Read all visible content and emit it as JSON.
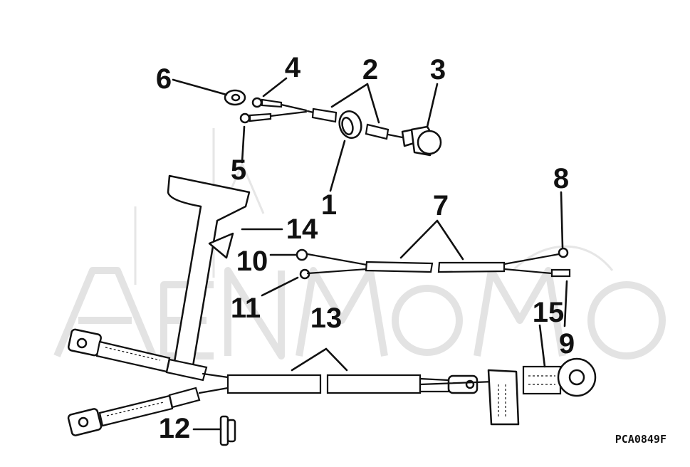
{
  "diagram": {
    "callouts": [
      {
        "id": "c1",
        "label": "1"
      },
      {
        "id": "c2",
        "label": "2"
      },
      {
        "id": "c3",
        "label": "3"
      },
      {
        "id": "c4",
        "label": "4"
      },
      {
        "id": "c5",
        "label": "5"
      },
      {
        "id": "c6",
        "label": "6"
      },
      {
        "id": "c7",
        "label": "7"
      },
      {
        "id": "c8",
        "label": "8"
      },
      {
        "id": "c9",
        "label": "9"
      },
      {
        "id": "c10",
        "label": "10"
      },
      {
        "id": "c11",
        "label": "11"
      },
      {
        "id": "c12",
        "label": "12"
      },
      {
        "id": "c13",
        "label": "13"
      },
      {
        "id": "c14",
        "label": "14"
      },
      {
        "id": "c15",
        "label": "15"
      }
    ],
    "drawing_code": "PCA0849F",
    "colors": {
      "ink": "#111111",
      "watermark": "#e3e3e3",
      "background": "#ffffff"
    }
  }
}
